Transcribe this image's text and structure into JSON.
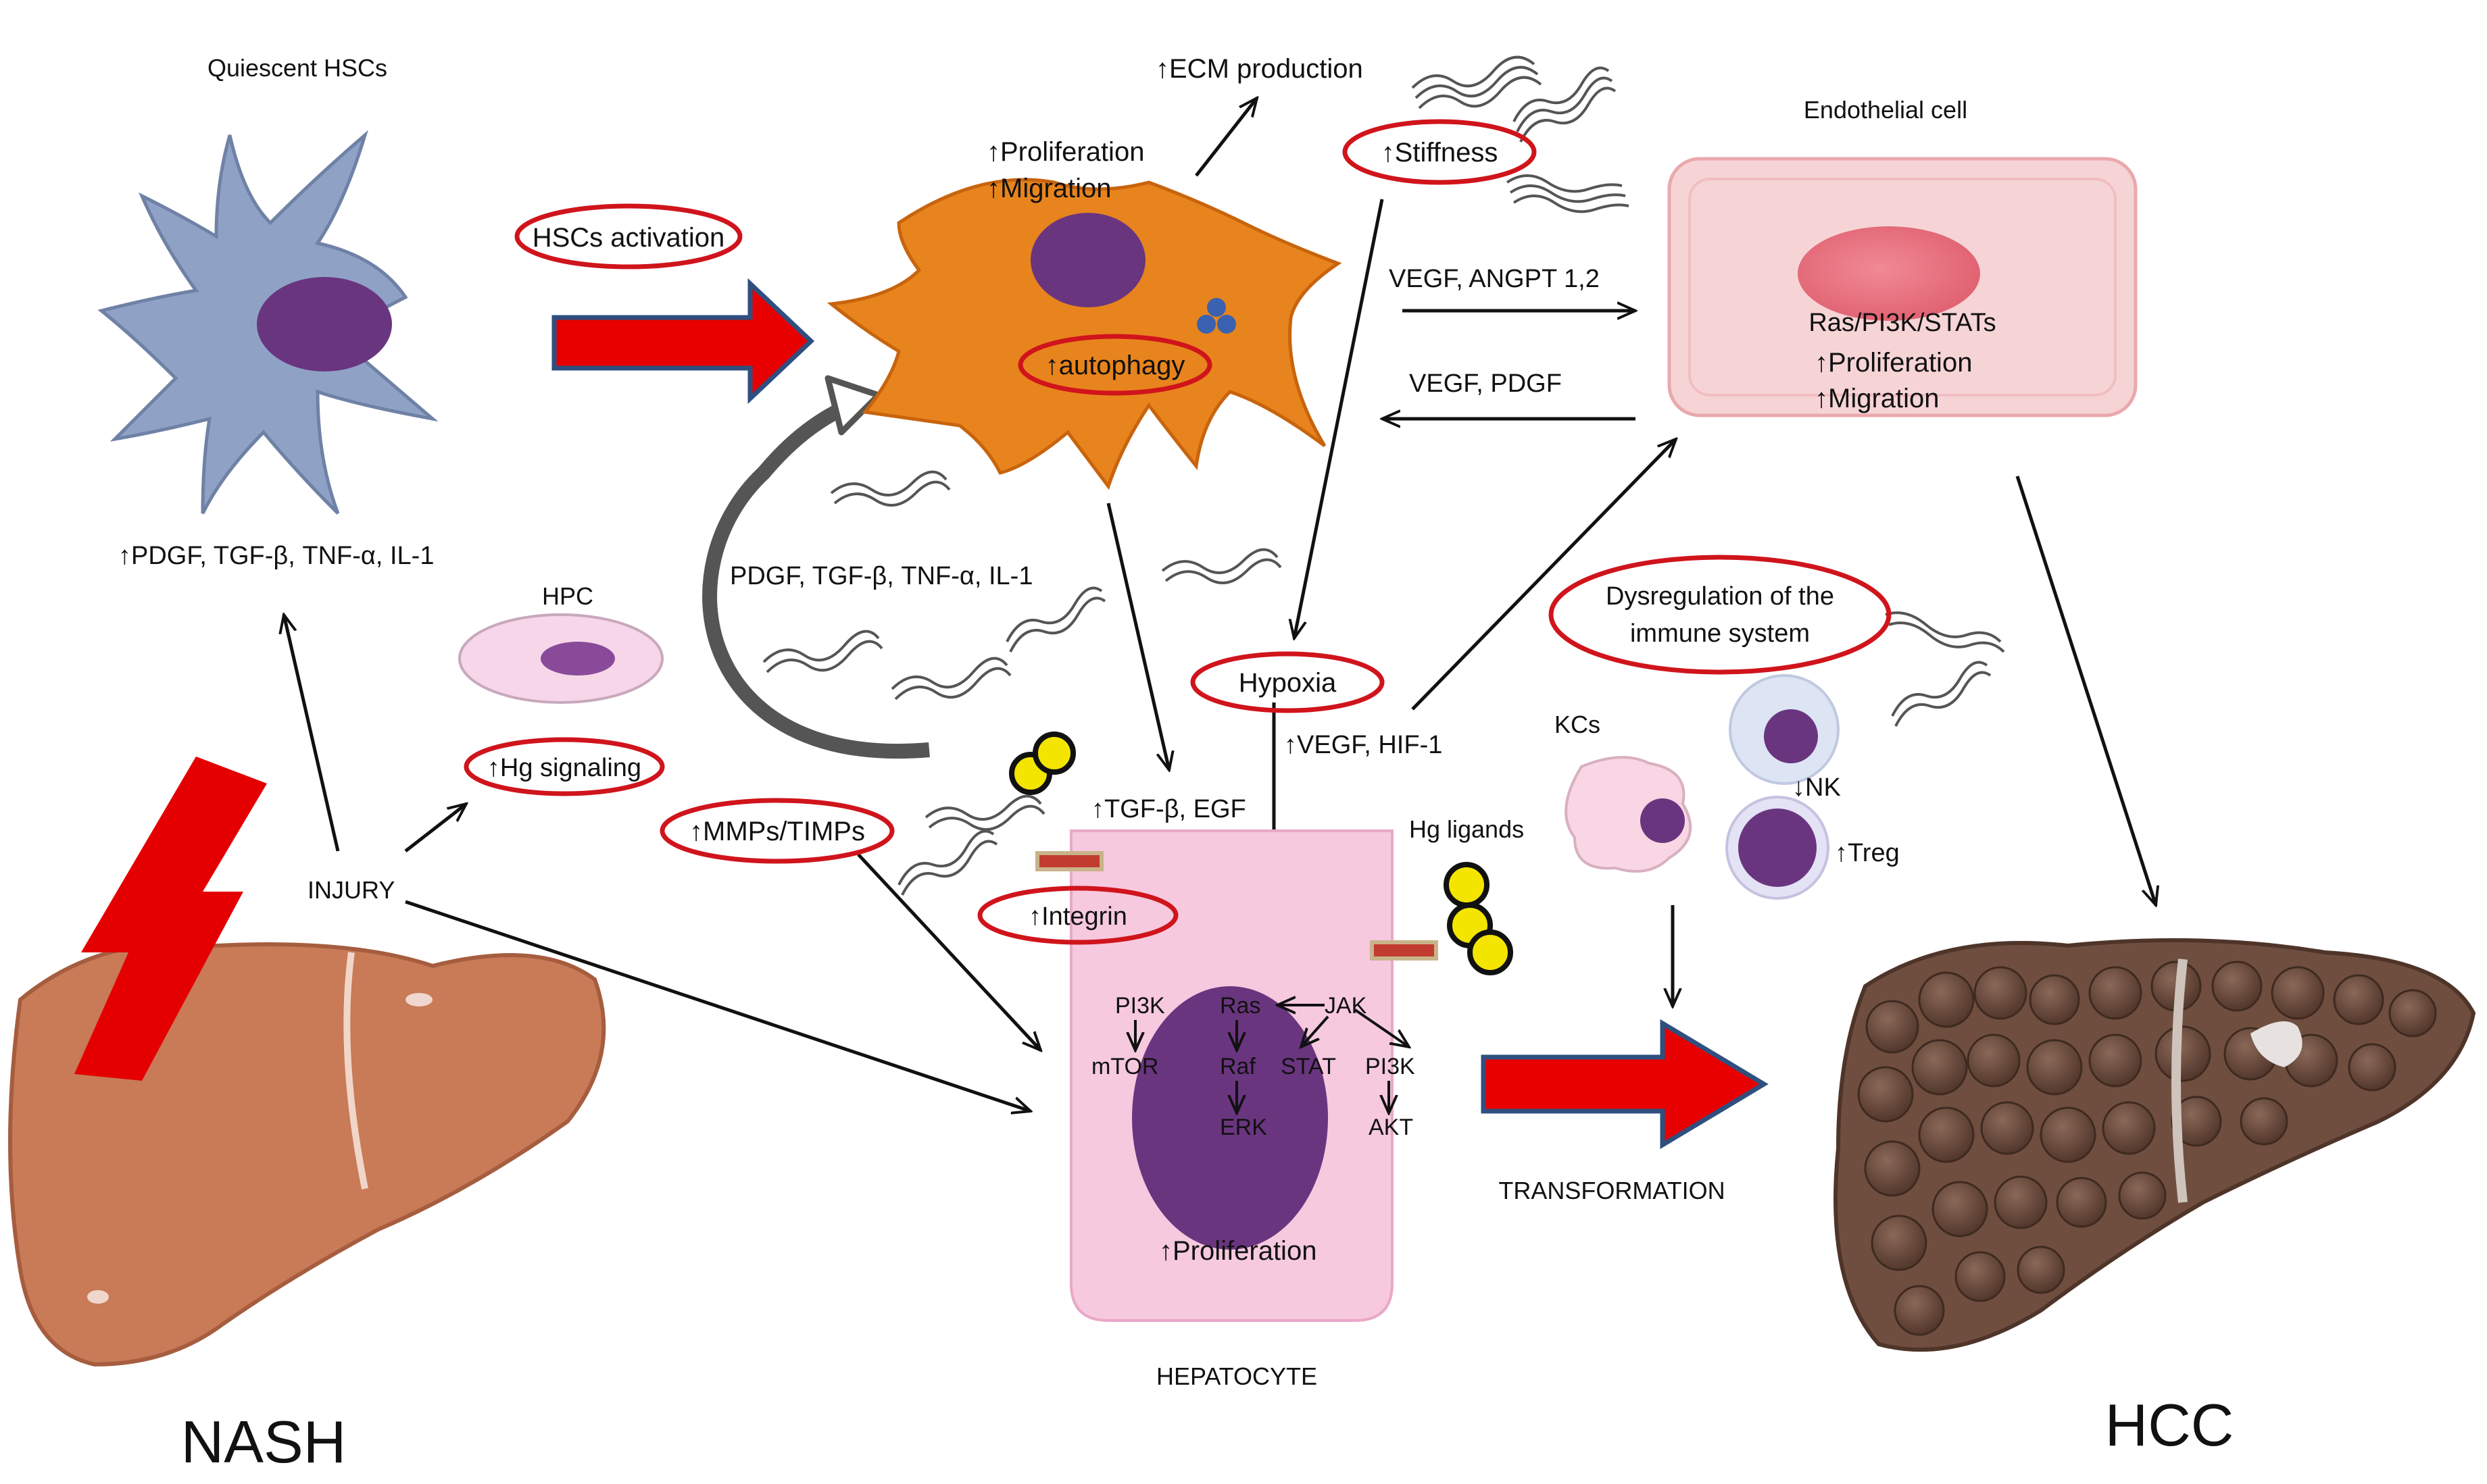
{
  "labels": {
    "quiescent_hscs": "Quiescent HSCs",
    "hscs_activation": "HSCs activation",
    "ecm_production": "↑ECM  production",
    "stiffness": "↑Stiffness",
    "proliferation_hsc": "↑Proliferation",
    "migration_hsc": "↑Migration",
    "autophagy": "↑autophagy",
    "endothelial_cell": "Endothelial cell",
    "ras_pi3k_stats": "Ras/PI3K/STATs",
    "proliferation_endo": "↑Proliferation",
    "migration_endo": "↑Migration",
    "vegf_angpt": "VEGF, ANGPT 1,2",
    "vegf_pdgf": "VEGF, PDGF",
    "cytokines_up": "↑PDGF, TGF-β, TNF-α, IL-1",
    "cytokines_loop": "PDGF, TGF-β, TNF-α, IL-1",
    "hpc": "HPC",
    "hg_signaling": "↑Hg signaling",
    "hypoxia": "Hypoxia",
    "vegf_hif": "↑VEGF, HIF-1",
    "dysregulation_line1": "Dysregulation of the",
    "dysregulation_line2": "immune system",
    "kcs": "KCs",
    "nk": "↓NK",
    "treg": "↑Treg",
    "mmps_timps": "↑MMPs/TIMPs",
    "tgf_egf": "↑TGF-β, EGF",
    "hg_ligands": "Hg ligands",
    "integrin": "↑Integrin",
    "injury": "INJURY",
    "pi3k_1": "PI3K",
    "mtor": "mTOR",
    "ras": "Ras",
    "raf": "Raf",
    "erk": "ERK",
    "jak": "JAK",
    "stat": "STAT",
    "pi3k_2": "PI3K",
    "akt": "AKT",
    "proliferation_hep": "↑Proliferation",
    "hepatocyte": "HEPATOCYTE",
    "transformation": "TRANSFORMATION",
    "nash": "NASH",
    "hcc": "HCC"
  },
  "colors": {
    "highlight_oval": "#d0141c",
    "big_arrow_fill": "#e80000",
    "big_arrow_border": "#2f4f7f",
    "quiescent_hsc": "#8fa2c6",
    "activated_hsc": "#e8841d",
    "nucleus": "#6a357f",
    "endothelial": "#f6d4d6",
    "hepatocyte": "#f6c9df",
    "hg_ligand": "#f3e500",
    "nash_liver": "#c97a57",
    "hcc_liver": "#6f4e40",
    "lightning": "#e40000"
  }
}
